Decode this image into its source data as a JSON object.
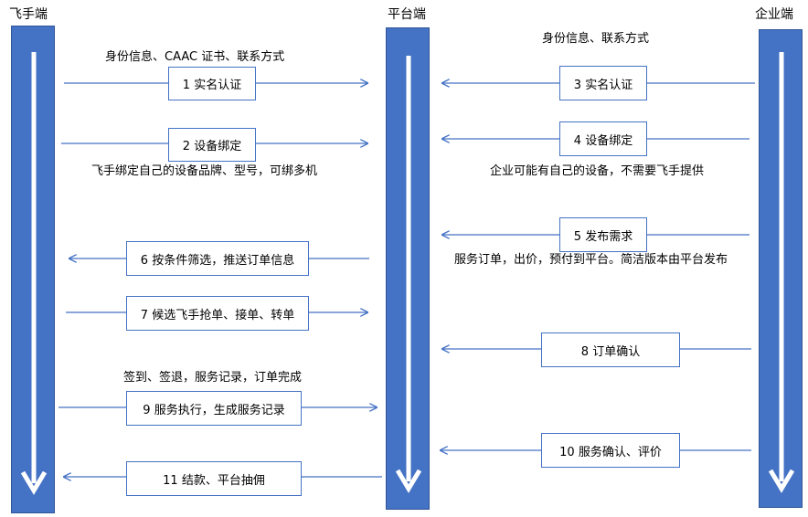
{
  "lanes": {
    "pilot": "飞手端",
    "platform": "平台端",
    "enterprise": "企业端"
  },
  "steps": {
    "s1": "1 实名认证",
    "s2": "2 设备绑定",
    "s3": "3 实名认证",
    "s4": "4 设备绑定",
    "s5": "5 发布需求",
    "s6": "6 按条件筛选，推送订单信息",
    "s7": "7 候选飞手抢单、接单、转单",
    "s8": "8 订单确认",
    "s9": "9 服务执行，生成服务记录",
    "s10": "10 服务确认、评价",
    "s11": "11 结款、平台抽佣"
  },
  "notes": {
    "pilot_identity": "身份信息、CAAC 证书、联系方式",
    "enterprise_identity": "身份信息、联系方式",
    "pilot_device": "飞手绑定自己的设备品牌、型号，可绑多机",
    "enterprise_device": "企业可能有自己的设备，不需要飞手提供",
    "demand": "服务订单，出价，预付到平台。简洁版本由平台发布",
    "execution": "签到、签退，服务记录，订单完成"
  },
  "colors": {
    "lane_fill": "#4472c4",
    "lane_border": "#2f5597",
    "connector": "#4472c4",
    "box_border": "#4472c4"
  }
}
